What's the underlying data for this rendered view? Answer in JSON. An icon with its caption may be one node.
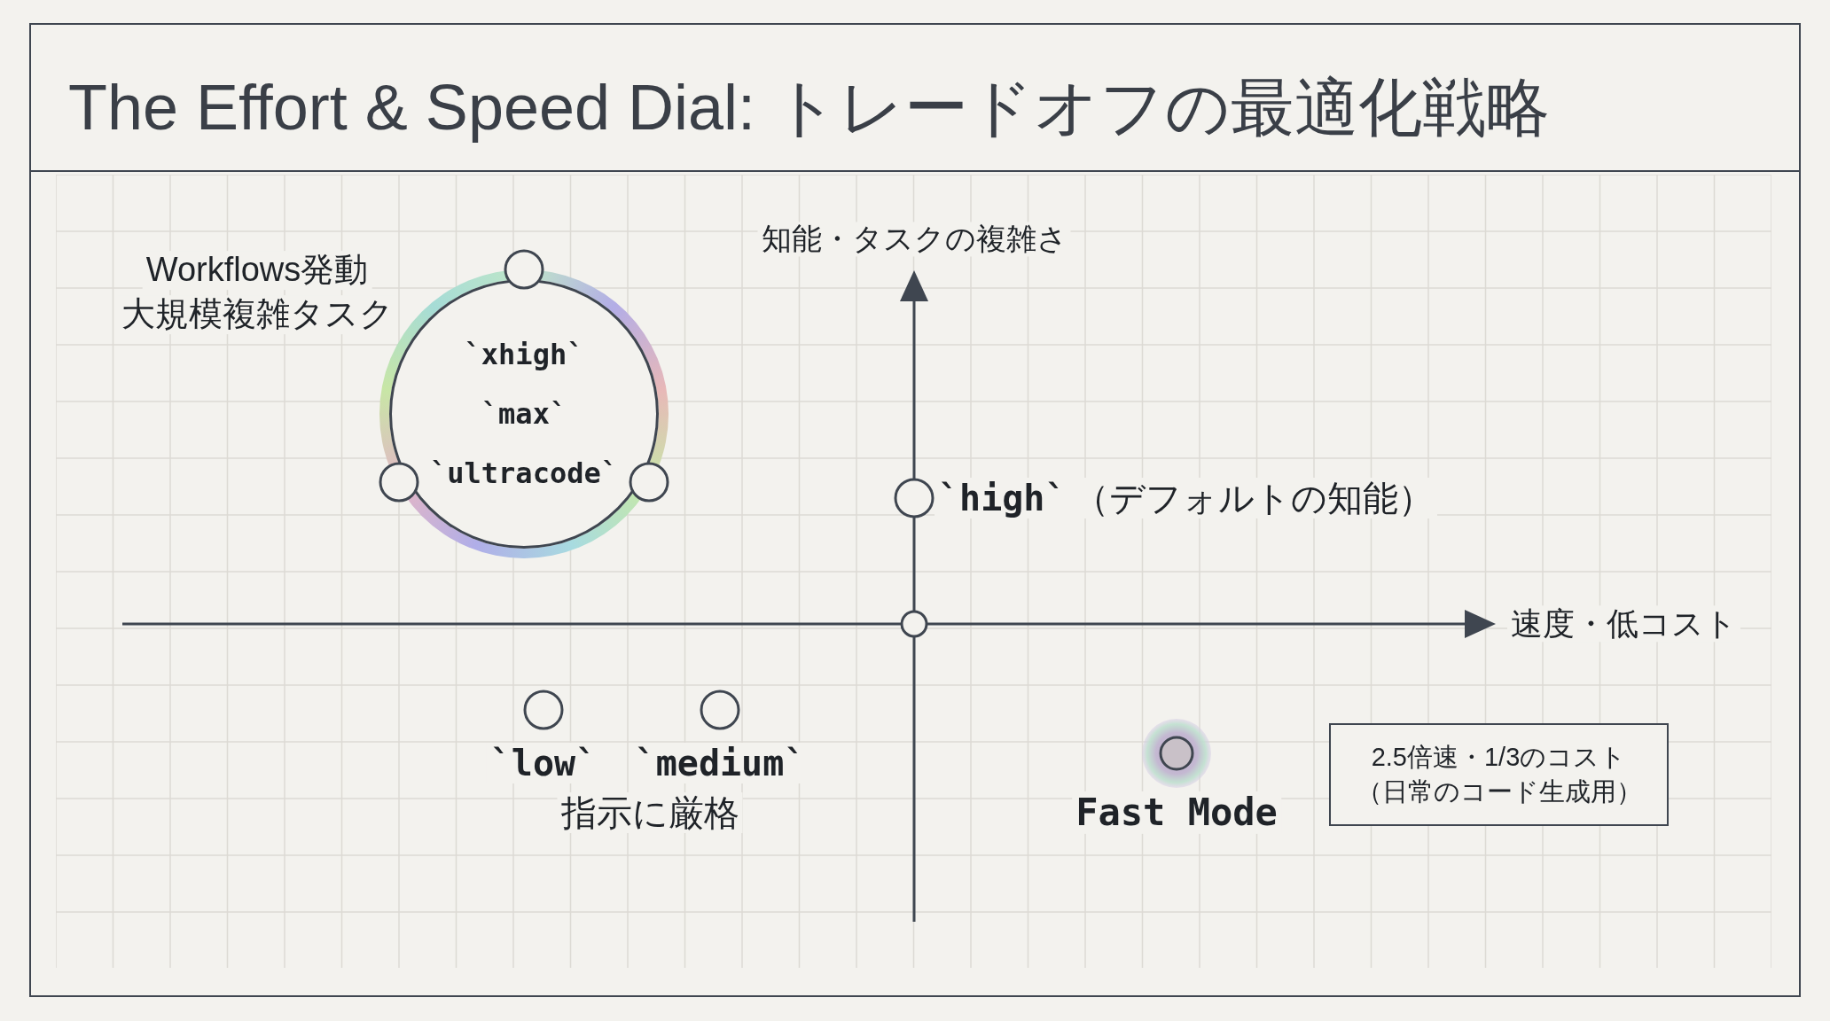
{
  "diagram": {
    "title": "The Effort & Speed Dial: トレードオフの最適化戦略",
    "nodes": [
      {
        "text": [
          "`xhigh`",
          "`max`",
          "`ultracode`"
        ],
        "beside": [
          "Workflows発動",
          "大規模複雑タスク"
        ]
      },
      {
        "text": [
          "2.5倍速・1/3のコスト",
          "（日常のコード生成用）"
        ]
      }
    ],
    "labels": [
      "知能・タスクの複雑さ",
      "`high`",
      "（デフォルトの知能）",
      "速度・低コスト",
      "`low`",
      "`medium`",
      "指示に厳格",
      "Fast Mode"
    ]
  }
}
